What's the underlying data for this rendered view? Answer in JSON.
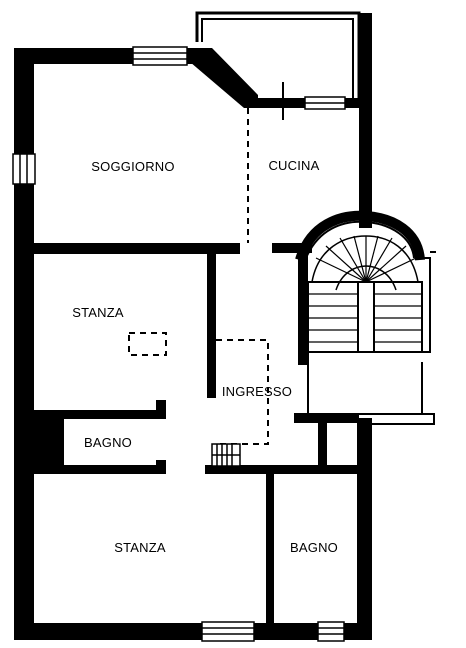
{
  "colors": {
    "wall": "#000000",
    "background": "#ffffff"
  },
  "rooms": {
    "soggiorno": "SOGGIORNO",
    "cucina": "CUCINA",
    "stanza_top": "STANZA",
    "ingresso": "INGRESSO",
    "bagno_left": "BAGNO",
    "stanza_bottom": "STANZA",
    "bagno_right": "BAGNO"
  }
}
